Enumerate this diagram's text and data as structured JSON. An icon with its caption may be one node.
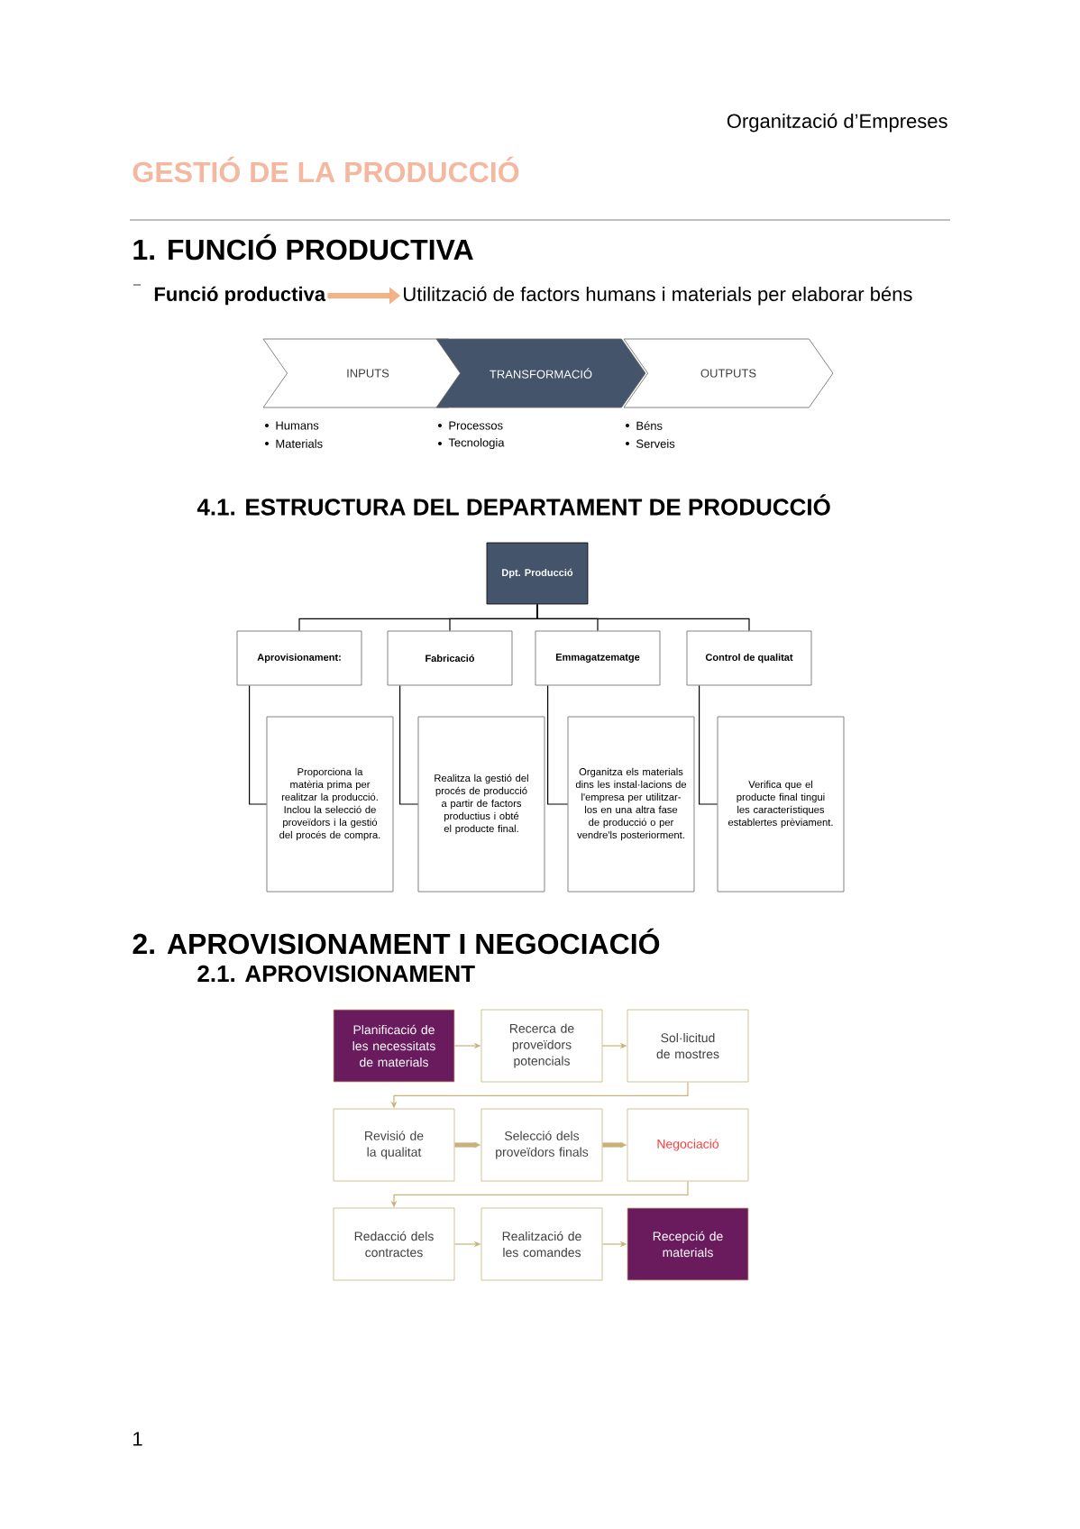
{
  "diagram": {
    "title": "GESTIÓ DE LA PRODUCCIÓ",
    "nodes": [
      {
        "text": [
          "Funció productiva"
        ]
      },
      {
        "text": [
          "Utilització de factors humans i materials per elaborar béns"
        ]
      },
      {
        "text": [
          "INPUTS"
        ],
        "beside": [
          "Humans",
          "Materials"
        ]
      },
      {
        "text": [
          "TRANSFORMACIÓ"
        ],
        "beside": [
          "Processos",
          "Tecnologia"
        ]
      },
      {
        "text": [
          "OUTPUTS"
        ],
        "beside": [
          "Béns",
          "Serveis"
        ]
      },
      {
        "text": [
          "Dpt. Producció"
        ]
      },
      {
        "text": [
          "Aprovisionament:"
        ]
      },
      {
        "text": [
          "Fabricació"
        ]
      },
      {
        "text": [
          "Emmagatzematge"
        ]
      },
      {
        "text": [
          "Control de qualitat"
        ]
      },
      {
        "text": [
          "Proporciona la matèria prima per realitzar la producció. Inclou la selecció de proveïdors i la gestió del procés de compra."
        ]
      },
      {
        "text": [
          "Realitza la gestió del procés de producció a partir de factors productius i obté el producte final."
        ]
      },
      {
        "text": [
          "Organitza els materials dins les instal·lacions de l'empresa per utilitzar-los en una altra fase de producció o per vendre'ls posteriorment."
        ]
      },
      {
        "text": [
          "Verifica que el producte final tingui les característiques establertes prèviament."
        ]
      },
      {
        "text": [
          "Planificació de les necessitats de materials"
        ]
      },
      {
        "text": [
          "Recerca de proveïdors potencials"
        ]
      },
      {
        "text": [
          "Sol·licitud de mostres"
        ]
      },
      {
        "text": [
          "Revisió de la qualitat"
        ]
      },
      {
        "text": [
          "Selecció dels proveïdors finals"
        ]
      },
      {
        "text": [
          "Negociació"
        ]
      },
      {
        "text": [
          "Redacció dels contractes"
        ]
      },
      {
        "text": [
          "Realització de les comandes"
        ]
      },
      {
        "text": [
          "Recepció de materials"
        ]
      }
    ],
    "edges": [
      {
        "from": 0,
        "to": 1,
        "arrow": "to",
        "style": "thick",
        "color": "#f4b183"
      },
      {
        "from": 5,
        "to": 6,
        "arrow": "none"
      },
      {
        "from": 5,
        "to": 7,
        "arrow": "none"
      },
      {
        "from": 5,
        "to": 8,
        "arrow": "none"
      },
      {
        "from": 5,
        "to": 9,
        "arrow": "none"
      },
      {
        "from": 6,
        "to": 10,
        "arrow": "none"
      },
      {
        "from": 7,
        "to": 11,
        "arrow": "none"
      },
      {
        "from": 8,
        "to": 12,
        "arrow": "none"
      },
      {
        "from": 9,
        "to": 13,
        "arrow": "none"
      },
      {
        "from": 14,
        "to": 15,
        "arrow": "to",
        "color": "#c9b27a"
      },
      {
        "from": 15,
        "to": 16,
        "arrow": "to",
        "color": "#c9b27a"
      },
      {
        "from": 16,
        "to": 17,
        "arrow": "to",
        "color": "#c9b27a"
      },
      {
        "from": 17,
        "to": 18,
        "arrow": "to",
        "style": "thick",
        "color": "#c9b27a"
      },
      {
        "from": 18,
        "to": 19,
        "arrow": "to",
        "style": "thick",
        "color": "#c9b27a"
      },
      {
        "from": 19,
        "to": 20,
        "arrow": "to",
        "color": "#c9b27a"
      },
      {
        "from": 20,
        "to": 21,
        "arrow": "to",
        "color": "#c9b27a"
      },
      {
        "from": 21,
        "to": 22,
        "arrow": "to",
        "color": "#c9b27a"
      }
    ],
    "labels": [
      "Organització d’Empreses",
      "1. FUNCIÓ PRODUCTIVA",
      "4.1. ESTRUCTURA DEL DEPARTAMENT DE PRODUCCIÓ",
      "2. APROVISIONAMENT I NEGOCIACIÓ",
      "2.1. APROVISIONAMENT",
      "1"
    ]
  }
}
